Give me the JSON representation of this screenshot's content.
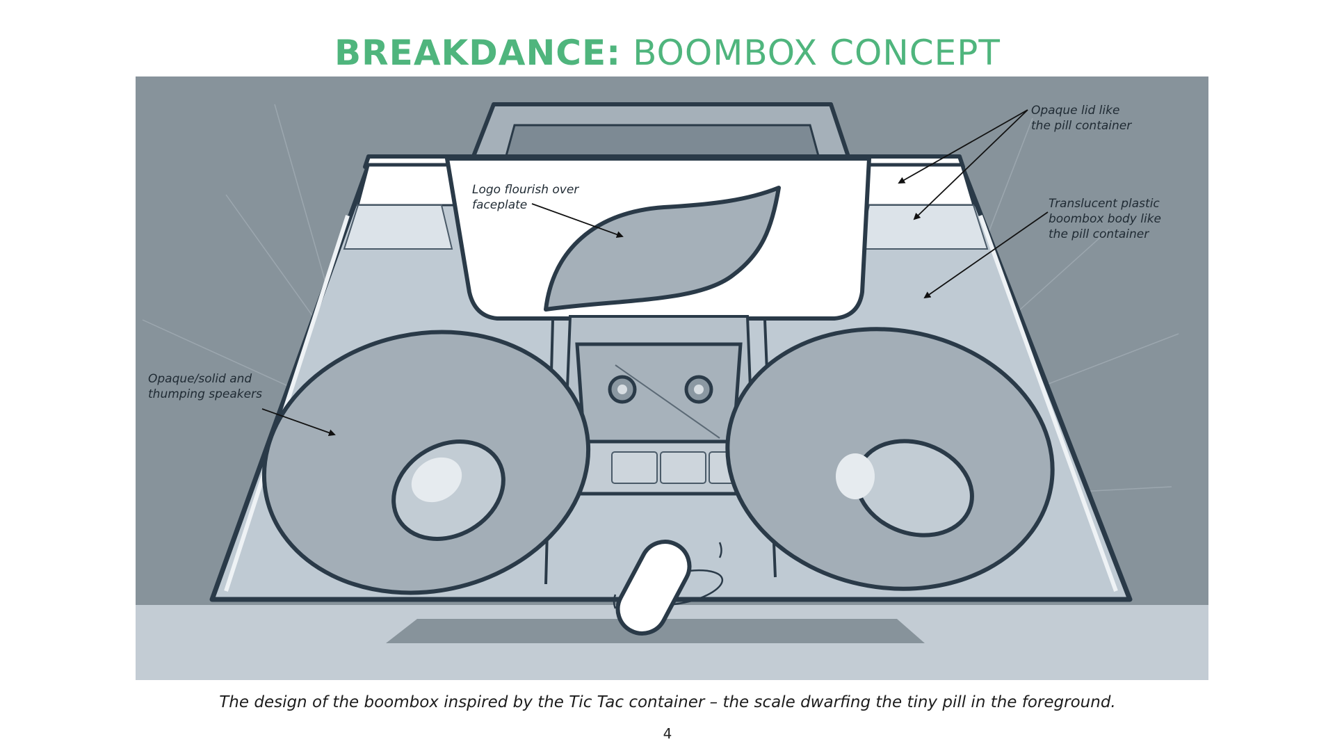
{
  "title": {
    "bold": "BREAKDANCE:",
    "light": "BOOMBOX CONCEPT"
  },
  "annotations": {
    "logo": [
      "Logo flourish over",
      "faceplate"
    ],
    "lid": [
      "Opaque lid like",
      "the pill container"
    ],
    "body": [
      "Translucent plastic",
      "boombox body like",
      "the pill container"
    ],
    "speakers": [
      "Opaque/solid and",
      "thumping speakers"
    ]
  },
  "caption": "The design of the boombox inspired by the Tic Tac container – the scale dwarfing the tiny pill in the foreground.",
  "page_number": "4",
  "colors": {
    "title": "#4fb57d",
    "background_wall": "#87939b",
    "floor": "#c3ccd4",
    "body": "#bcc7d0",
    "speaker": "#a2adb6",
    "outline": "#2a3a48"
  }
}
